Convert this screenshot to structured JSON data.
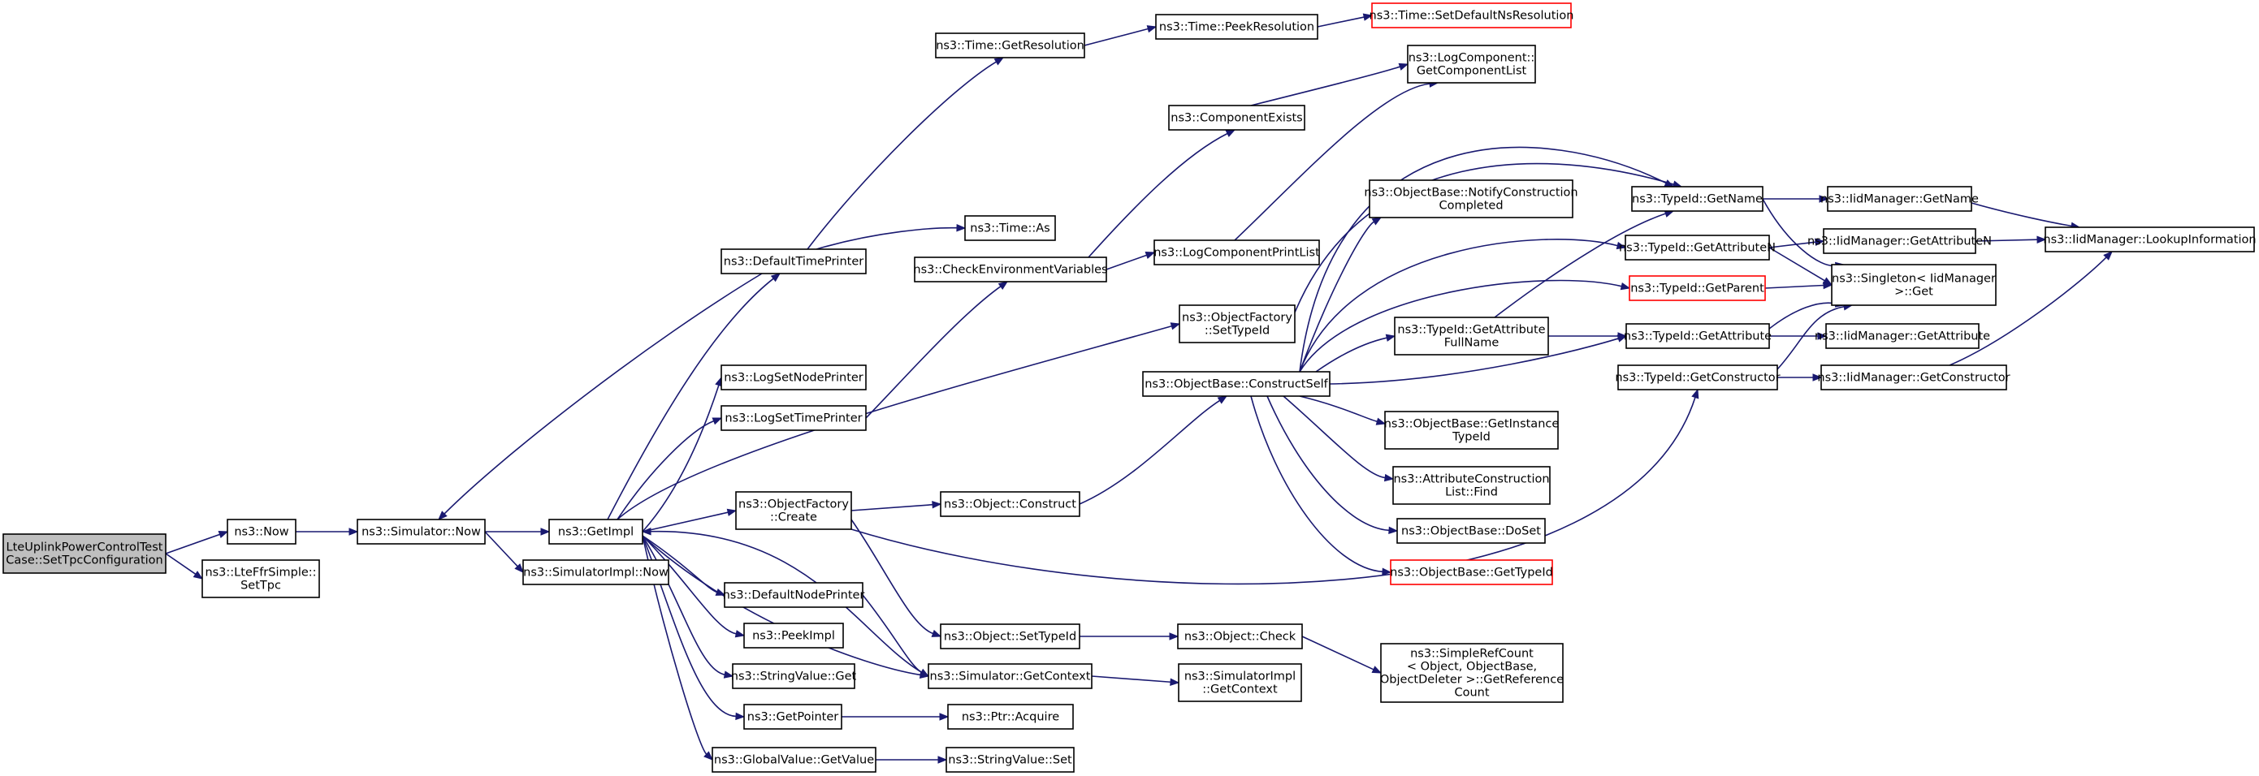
{
  "nodes": [
    {
      "id": "root",
      "lines": [
        "LteUplinkPowerControlTest",
        "Case::SetTpcConfiguration"
      ],
      "root": true
    },
    {
      "id": "now",
      "lines": [
        "ns3::Now"
      ]
    },
    {
      "id": "lteffr",
      "lines": [
        "ns3::LteFfrSimple::",
        "SetTpc"
      ]
    },
    {
      "id": "simnow",
      "lines": [
        "ns3::Simulator::Now"
      ]
    },
    {
      "id": "getimpl",
      "lines": [
        "ns3::GetImpl"
      ]
    },
    {
      "id": "simimplnow",
      "lines": [
        "ns3::SimulatorImpl::Now"
      ]
    },
    {
      "id": "deftime",
      "lines": [
        "ns3::DefaultTimePrinter"
      ]
    },
    {
      "id": "logsetnode",
      "lines": [
        "ns3::LogSetNodePrinter"
      ]
    },
    {
      "id": "logsettime",
      "lines": [
        "ns3::LogSetTimePrinter"
      ]
    },
    {
      "id": "ofcreate",
      "lines": [
        "ns3::ObjectFactory",
        "::Create"
      ]
    },
    {
      "id": "defnode",
      "lines": [
        "ns3::DefaultNodePrinter"
      ]
    },
    {
      "id": "peekimpl",
      "lines": [
        "ns3::PeekImpl"
      ]
    },
    {
      "id": "strget",
      "lines": [
        "ns3::StringValue::Get"
      ]
    },
    {
      "id": "getptr",
      "lines": [
        "ns3::GetPointer"
      ]
    },
    {
      "id": "gvget",
      "lines": [
        "ns3::GlobalValue::GetValue"
      ]
    },
    {
      "id": "timegetres",
      "lines": [
        "ns3::Time::GetResolution"
      ]
    },
    {
      "id": "timeas",
      "lines": [
        "ns3::Time::As"
      ]
    },
    {
      "id": "checkenv",
      "lines": [
        "ns3::CheckEnvironmentVariables"
      ]
    },
    {
      "id": "objconstruct",
      "lines": [
        "ns3::Object::Construct"
      ]
    },
    {
      "id": "objsettypeid",
      "lines": [
        "ns3::Object::SetTypeId"
      ]
    },
    {
      "id": "simgetctx",
      "lines": [
        "ns3::Simulator::GetContext"
      ]
    },
    {
      "id": "ptracq",
      "lines": [
        "ns3::Ptr::Acquire"
      ]
    },
    {
      "id": "strset",
      "lines": [
        "ns3::StringValue::Set"
      ]
    },
    {
      "id": "timepeek",
      "lines": [
        "ns3::Time::PeekResolution"
      ]
    },
    {
      "id": "timesetdef",
      "lines": [
        "ns3::Time::SetDefaultNsResolution"
      ],
      "truncated": true
    },
    {
      "id": "compexists",
      "lines": [
        "ns3::ComponentExists"
      ]
    },
    {
      "id": "logcompprint",
      "lines": [
        "ns3::LogComponentPrintList"
      ]
    },
    {
      "id": "ofsettypeid",
      "lines": [
        "ns3::ObjectFactory",
        "::SetTypeId"
      ]
    },
    {
      "id": "obconstructself",
      "lines": [
        "ns3::ObjectBase::ConstructSelf"
      ]
    },
    {
      "id": "objcheck",
      "lines": [
        "ns3::Object::Check"
      ]
    },
    {
      "id": "simimplgetctx",
      "lines": [
        "ns3::SimulatorImpl",
        "::GetContext"
      ]
    },
    {
      "id": "logcompget",
      "lines": [
        "ns3::LogComponent::",
        "GetComponentList"
      ]
    },
    {
      "id": "obnotify",
      "lines": [
        "ns3::ObjectBase::NotifyConstruction",
        "Completed"
      ]
    },
    {
      "id": "tidgetattrfull",
      "lines": [
        "ns3::TypeId::GetAttribute",
        "FullName"
      ]
    },
    {
      "id": "obgetinst",
      "lines": [
        "ns3::ObjectBase::GetInstance",
        "TypeId"
      ]
    },
    {
      "id": "attrfind",
      "lines": [
        "ns3::AttributeConstruction",
        "List::Find"
      ]
    },
    {
      "id": "obdoset",
      "lines": [
        "ns3::ObjectBase::DoSet"
      ]
    },
    {
      "id": "obgettid",
      "lines": [
        "ns3::ObjectBase::GetTypeId"
      ],
      "truncated": true
    },
    {
      "id": "simplerefcount",
      "lines": [
        "ns3::SimpleRefCount",
        "< Object, ObjectBase,",
        " ObjectDeleter >::GetReference",
        "Count"
      ]
    },
    {
      "id": "tidgetname",
      "lines": [
        "ns3::TypeId::GetName"
      ]
    },
    {
      "id": "tidgetattrn",
      "lines": [
        "ns3::TypeId::GetAttributeN"
      ]
    },
    {
      "id": "tidgetparent",
      "lines": [
        "ns3::TypeId::GetParent"
      ],
      "truncated": true
    },
    {
      "id": "tidgetattr",
      "lines": [
        "ns3::TypeId::GetAttribute"
      ]
    },
    {
      "id": "tidgetctor",
      "lines": [
        "ns3::TypeId::GetConstructor"
      ]
    },
    {
      "id": "iidgetname",
      "lines": [
        "ns3::IidManager::GetName"
      ]
    },
    {
      "id": "iidgetattrn",
      "lines": [
        "ns3::IidManager::GetAttributeN"
      ]
    },
    {
      "id": "singleton",
      "lines": [
        "ns3::Singleton< IidManager",
        " >::Get"
      ]
    },
    {
      "id": "iidgetattr",
      "lines": [
        "ns3::IidManager::GetAttribute"
      ]
    },
    {
      "id": "iidgetctor",
      "lines": [
        "ns3::IidManager::GetConstructor"
      ]
    },
    {
      "id": "iidlookup",
      "lines": [
        "ns3::IidManager::LookupInformation"
      ]
    }
  ],
  "edges": [
    [
      "root",
      "now"
    ],
    [
      "root",
      "lteffr"
    ],
    [
      "now",
      "simnow"
    ],
    [
      "simnow",
      "getimpl"
    ],
    [
      "simnow",
      "simimplnow"
    ],
    [
      "getimpl",
      "deftime"
    ],
    [
      "getimpl",
      "logsetnode"
    ],
    [
      "getimpl",
      "logsettime"
    ],
    [
      "getimpl",
      "ofcreate"
    ],
    [
      "getimpl",
      "defnode"
    ],
    [
      "getimpl",
      "peekimpl"
    ],
    [
      "getimpl",
      "strget"
    ],
    [
      "getimpl",
      "getptr"
    ],
    [
      "getimpl",
      "gvget"
    ],
    [
      "getimpl",
      "simgetctx"
    ],
    [
      "getimpl",
      "ofsettypeid"
    ],
    [
      "deftime",
      "simnow"
    ],
    [
      "deftime",
      "timegetres"
    ],
    [
      "deftime",
      "timeas"
    ],
    [
      "logsettime",
      "checkenv"
    ],
    [
      "ofcreate",
      "objconstruct"
    ],
    [
      "ofcreate",
      "objsettypeid"
    ],
    [
      "ofcreate",
      "tidgetctor"
    ],
    [
      "defnode",
      "simgetctx"
    ],
    [
      "simgetctx",
      "getimpl"
    ],
    [
      "simgetctx",
      "simimplgetctx"
    ],
    [
      "getptr",
      "ptracq"
    ],
    [
      "gvget",
      "strset"
    ],
    [
      "timegetres",
      "timepeek"
    ],
    [
      "timepeek",
      "timesetdef"
    ],
    [
      "checkenv",
      "compexists"
    ],
    [
      "checkenv",
      "logcompprint"
    ],
    [
      "compexists",
      "logcompget"
    ],
    [
      "logcompprint",
      "logcompget"
    ],
    [
      "ofsettypeid",
      "tidgetname"
    ],
    [
      "objconstruct",
      "obconstructself"
    ],
    [
      "objsettypeid",
      "objcheck"
    ],
    [
      "objcheck",
      "simplerefcount"
    ],
    [
      "obconstructself",
      "obnotify"
    ],
    [
      "obconstructself",
      "tidgetname"
    ],
    [
      "obconstructself",
      "tidgetattrn"
    ],
    [
      "obconstructself",
      "tidgetparent"
    ],
    [
      "obconstructself",
      "tidgetattrfull"
    ],
    [
      "obconstructself",
      "tidgetattr"
    ],
    [
      "obconstructself",
      "obgetinst"
    ],
    [
      "obconstructself",
      "attrfind"
    ],
    [
      "obconstructself",
      "obdoset"
    ],
    [
      "obconstructself",
      "obgettid"
    ],
    [
      "tidgetattrfull",
      "tidgetname"
    ],
    [
      "tidgetattrfull",
      "tidgetattr"
    ],
    [
      "tidgetname",
      "iidgetname"
    ],
    [
      "tidgetname",
      "singleton"
    ],
    [
      "tidgetattrn",
      "iidgetattrn"
    ],
    [
      "tidgetattrn",
      "singleton"
    ],
    [
      "tidgetparent",
      "singleton"
    ],
    [
      "tidgetattr",
      "iidgetattr"
    ],
    [
      "tidgetattr",
      "singleton"
    ],
    [
      "tidgetctor",
      "iidgetctor"
    ],
    [
      "tidgetctor",
      "singleton"
    ],
    [
      "iidgetname",
      "iidlookup"
    ],
    [
      "iidgetattrn",
      "iidlookup"
    ],
    [
      "iidgetctor",
      "iidlookup"
    ]
  ],
  "colors": {
    "edge": "#191970",
    "root_fill": "#bfbfbf",
    "truncated_border": "#ff0000"
  }
}
